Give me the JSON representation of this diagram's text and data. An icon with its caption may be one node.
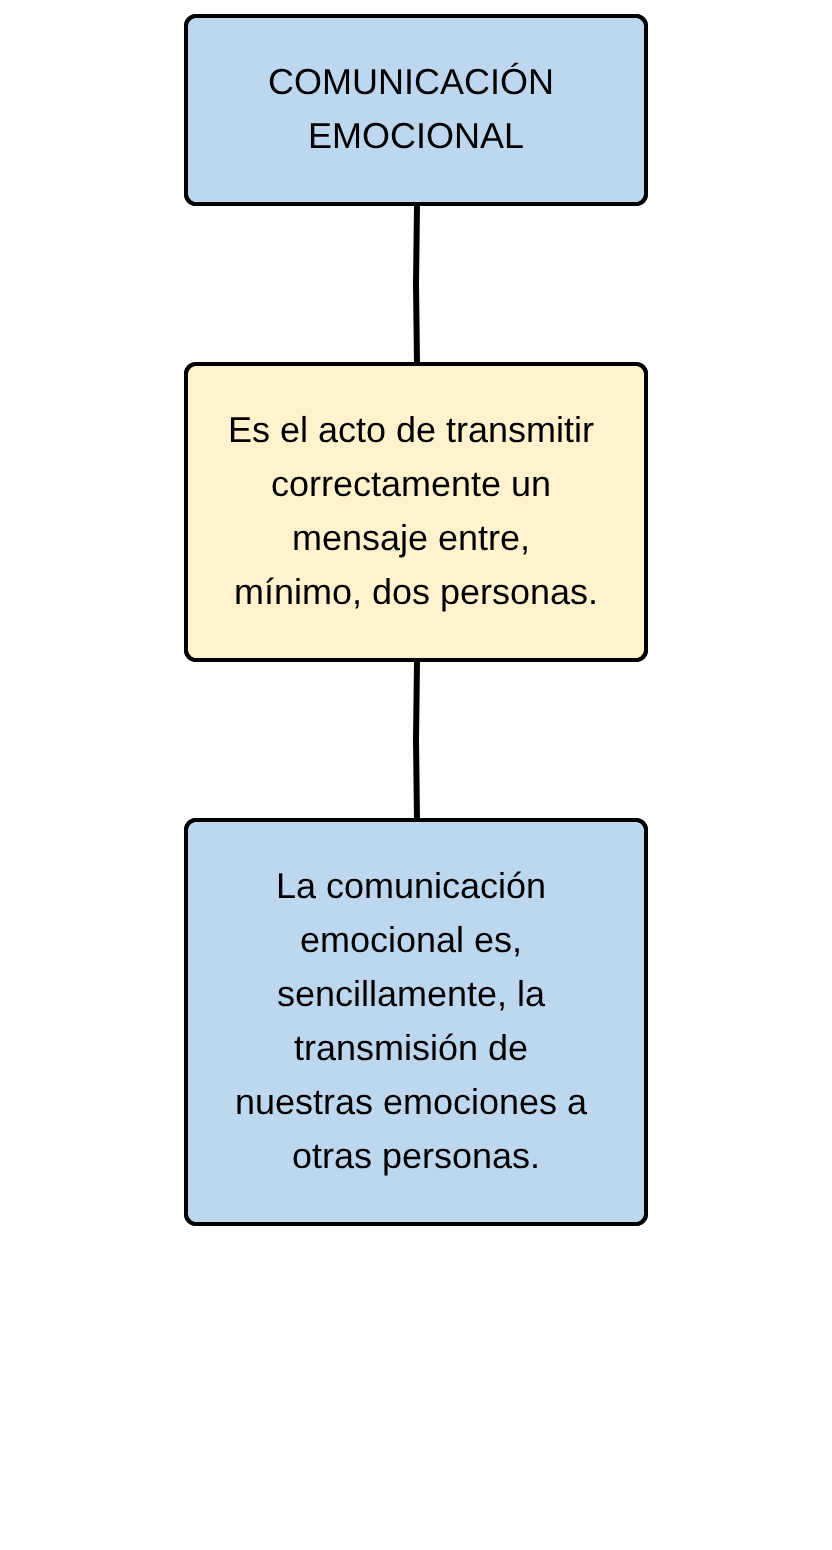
{
  "diagram": {
    "nodes": [
      {
        "text": [
          "COMUNICACIÓN EMOCIONAL"
        ]
      },
      {
        "text": [
          "Es el acto de transmitir correctamente un mensaje entre, mínimo, dos personas."
        ]
      },
      {
        "text": [
          "La comunicación emocional es, sencillamente, la transmisión de nuestras emociones a otras personas."
        ]
      }
    ],
    "edges": [
      {
        "from": 0,
        "to": 1,
        "arrow": "none"
      },
      {
        "from": 1,
        "to": 2,
        "arrow": "none"
      }
    ]
  }
}
